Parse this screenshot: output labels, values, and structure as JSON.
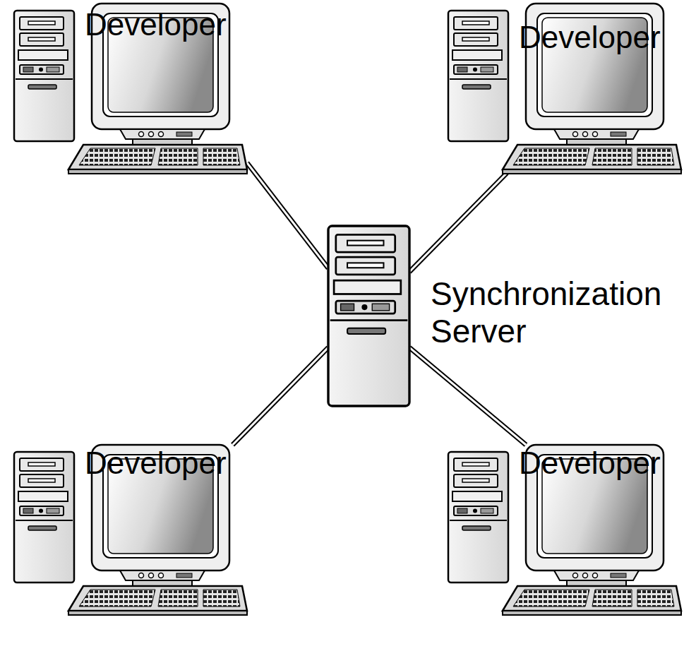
{
  "diagram": {
    "nodes": [
      {
        "text": [
          "Developer"
        ]
      },
      {
        "text": [
          "Developer"
        ]
      },
      {
        "text": [
          "Synchronization Server"
        ]
      },
      {
        "text": [
          "Developer"
        ]
      },
      {
        "text": [
          "Developer"
        ]
      }
    ],
    "edges": [
      {
        "from": 0,
        "to": 2,
        "arrow": "none"
      },
      {
        "from": 1,
        "to": 2,
        "arrow": "none"
      },
      {
        "from": 3,
        "to": 2,
        "arrow": "none"
      },
      {
        "from": 4,
        "to": 2,
        "arrow": "none"
      }
    ]
  }
}
